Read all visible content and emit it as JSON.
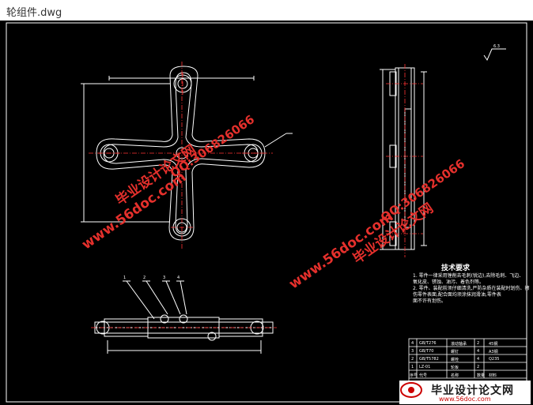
{
  "window": {
    "title": "轮组件.dwg"
  },
  "colors": {
    "background": "#000000",
    "lines": "#ffffff",
    "center_lines": "#ff3333",
    "dimension": "#ffffff",
    "watermark": "#e5302c"
  },
  "watermarks": {
    "site_name": "毕业设计论文网",
    "url": "www.56doc.com",
    "qq": "QQ:306826066"
  },
  "drawing": {
    "roughness_symbol": "6.3",
    "tech_requirements": {
      "title": "技术要求",
      "items": [
        "1. 零件一律采用锉削去毛刺(锐边),去除毛刺、飞边、",
        "   氧化皮、锈蚀、油污、着色剂等。",
        "2. 零件、装配前须仔细清洗,严防杂质在装配时划伤、擦",
        "   伤零件表面,配合面均须涂抹润滑油,零件表",
        "   面不许有划伤。"
      ]
    },
    "title_block": {
      "rows": [
        [
          "4",
          "GB/T276",
          "滚动轴承",
          "2",
          "45钢"
        ],
        [
          "3",
          "GB/T70",
          "螺钉",
          "4",
          "A3钢"
        ],
        [
          "2",
          "GB/T5782",
          "螺栓",
          "4",
          "Q235"
        ],
        [
          "1",
          "LZ-01",
          "轮板",
          "2",
          ""
        ],
        [
          "序号",
          "代号",
          "名称",
          "数量",
          "材料"
        ]
      ]
    },
    "part_labels": [
      "1",
      "2",
      "3",
      "4"
    ]
  },
  "logo": {
    "name": "毕业设计论文网",
    "url": "www.56doc.com"
  }
}
